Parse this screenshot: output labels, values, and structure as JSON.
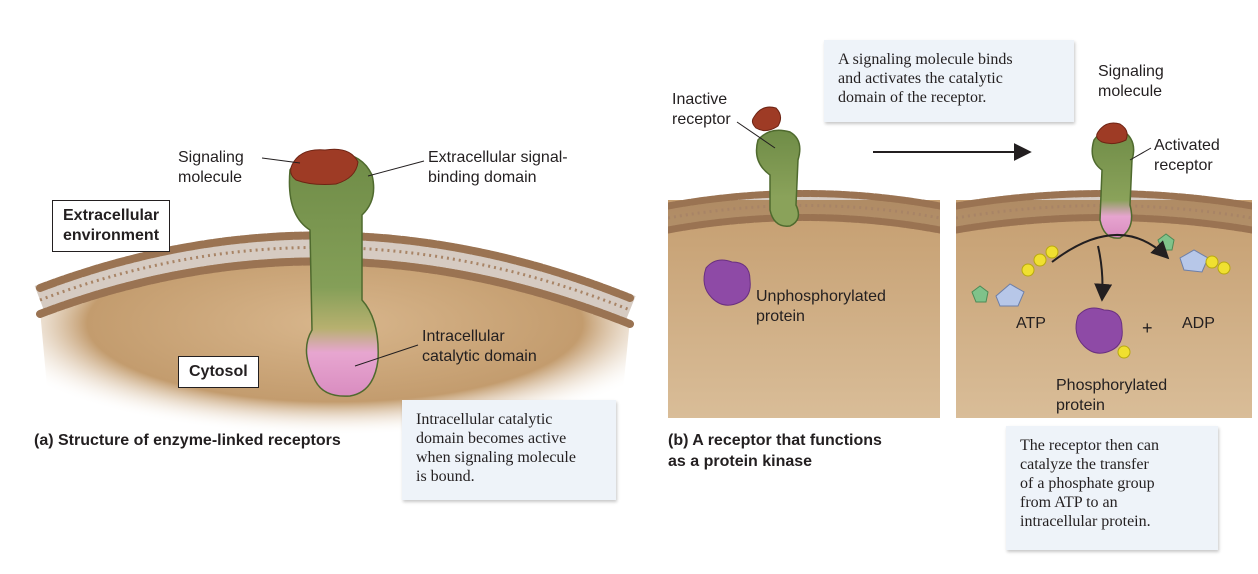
{
  "panel_a": {
    "signaling_molecule": "Signaling\nmolecule",
    "extracellular_domain": "Extracellular signal-\nbinding domain",
    "extracellular_environment": "Extracellular\nenvironment",
    "intracellular_domain": "Intracellular\ncatalytic domain",
    "cytosol": "Cytosol",
    "caption": "(a) Structure of enzyme-linked receptors",
    "note": "Intracellular catalytic\ndomain becomes active\nwhen signaling molecule\nis bound."
  },
  "panel_b": {
    "inactive_receptor": "Inactive\nreceptor",
    "note_top": "A signaling molecule binds\nand activates the catalytic\ndomain of the receptor.",
    "signaling_molecule": "Signaling\nmolecule",
    "activated_receptor": "Activated\nreceptor",
    "unphosphorylated_protein": "Unphosphorylated\nprotein",
    "atp": "ATP",
    "plus": "+",
    "adp": "ADP",
    "phosphorylated_protein": "Phosphorylated\nprotein",
    "caption": "(b) A receptor that functions\n     as a protein kinase",
    "note_bottom": "The receptor then can\ncatalyze the transfer\nof a phosphate group\nfrom ATP to an\nintracellular protein."
  },
  "colors": {
    "cytosol": "#c9a57a",
    "membrane": "#a88466",
    "receptor_green": "#7e9a55",
    "catalytic_pink": "#e6a4cf",
    "signal_red": "#9e3b25",
    "protein_purple": "#8e4aa6",
    "phosphate_yellow": "#f0e030",
    "note_bg": "#eef3f9"
  }
}
